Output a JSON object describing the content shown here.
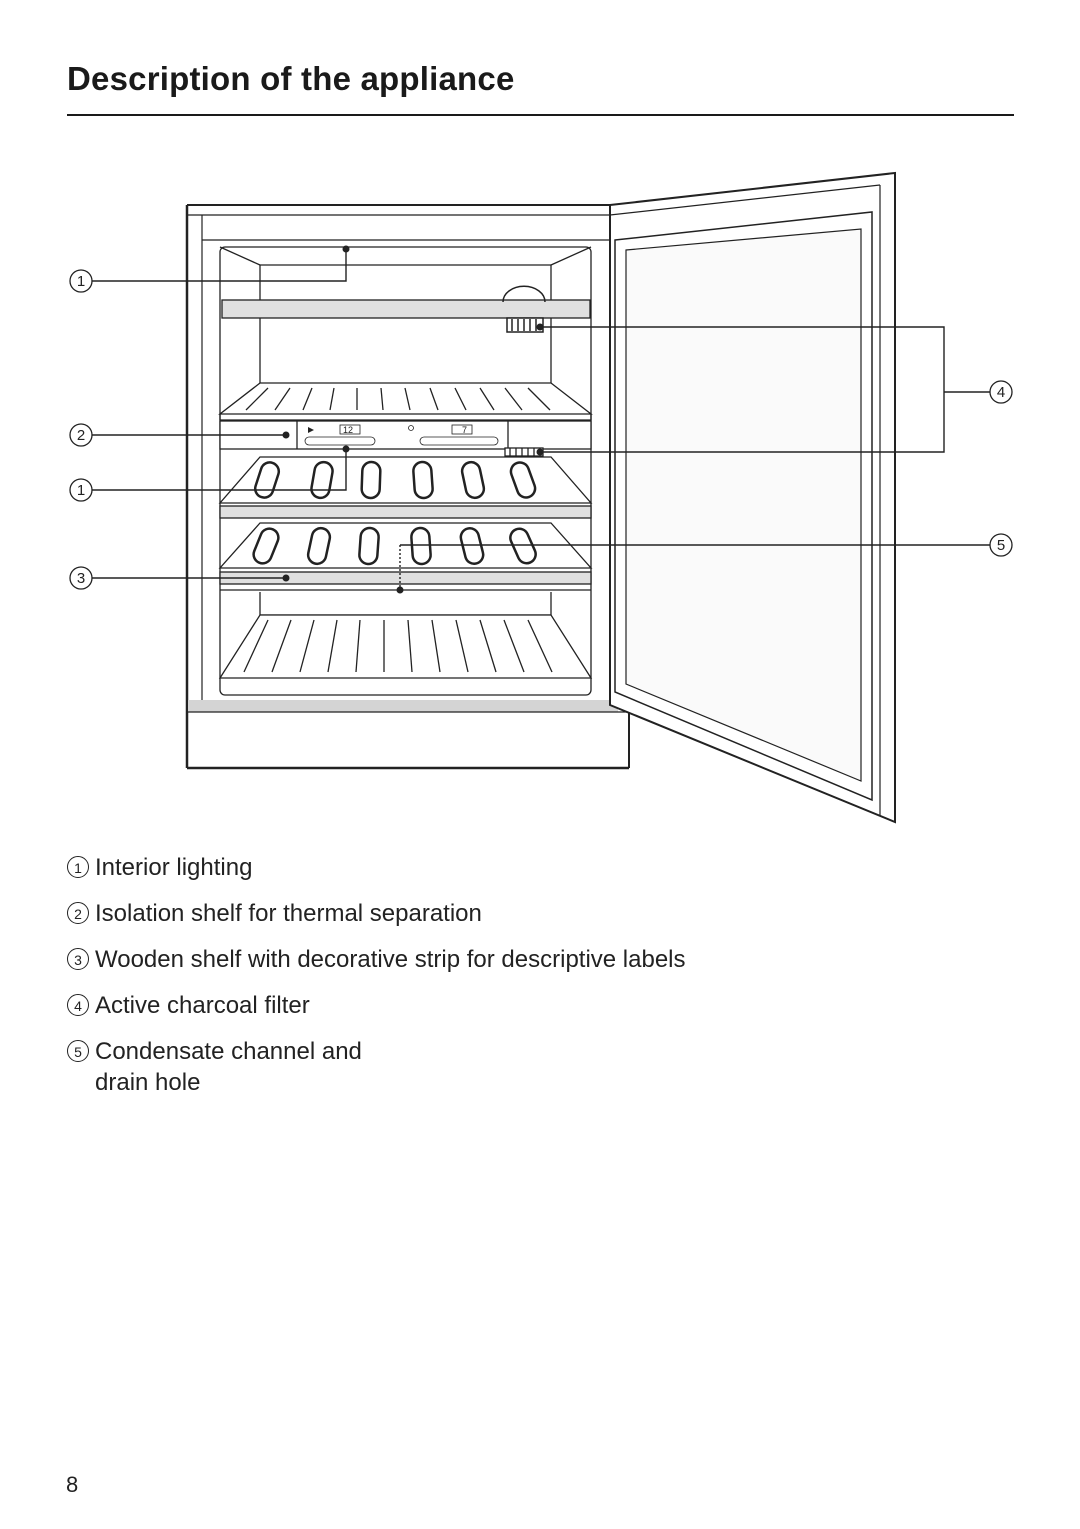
{
  "page": {
    "title": "Description of the appliance",
    "page_number": "8"
  },
  "figure": {
    "callouts": [
      "1",
      "2",
      "1",
      "3",
      "4",
      "5"
    ],
    "display_left": "12",
    "display_right": "7"
  },
  "legend": [
    {
      "num": "1",
      "text": "Interior lighting"
    },
    {
      "num": "2",
      "text": "Isolation shelf for thermal separation"
    },
    {
      "num": "3",
      "text": "Wooden shelf with decorative strip for descriptive labels"
    },
    {
      "num": "4",
      "text": "Active charcoal filter"
    },
    {
      "num": "5",
      "text": "Condensate channel and\ndrain hole"
    }
  ]
}
